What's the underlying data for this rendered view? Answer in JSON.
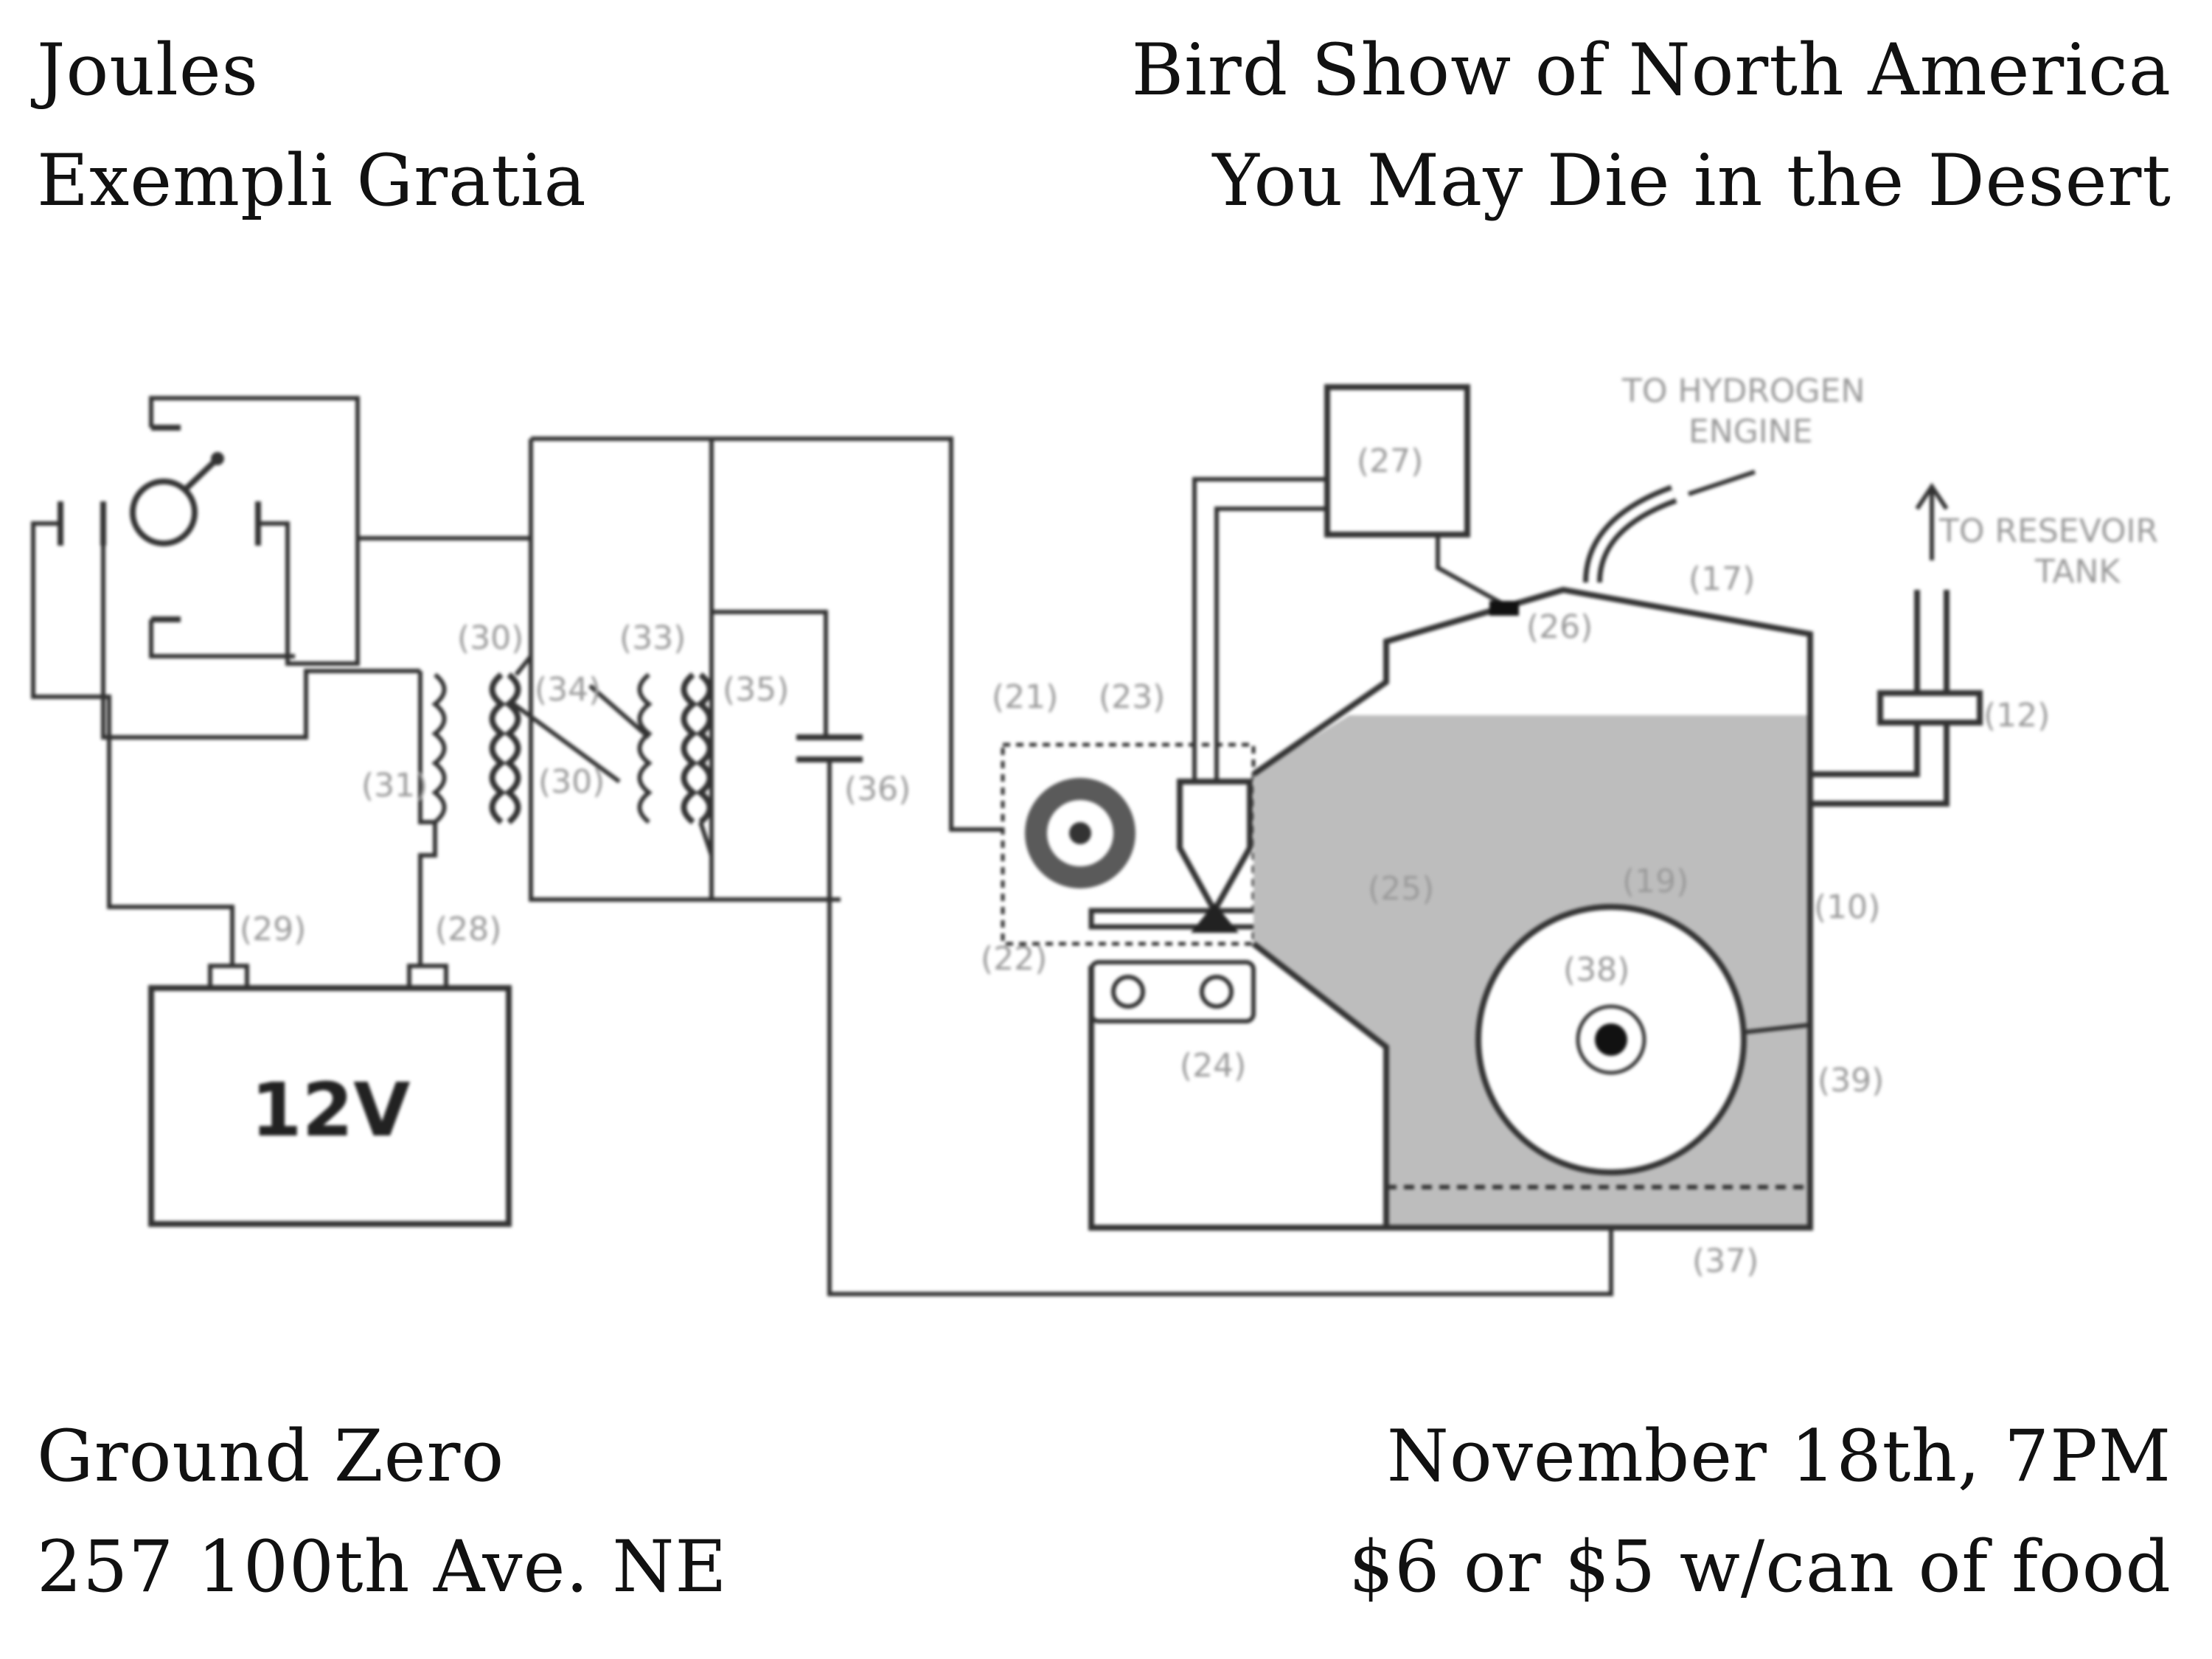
{
  "poster": {
    "top_left": [
      "Joules",
      "Exempli Gratia"
    ],
    "top_right": [
      "Bird Show of North America",
      "You May Die in the Desert"
    ],
    "bottom_left": [
      "Ground Zero",
      "257 100th Ave. NE"
    ],
    "bottom_right": [
      "November 18th, 7PM",
      "$6 or $5 w/can of food"
    ]
  },
  "diagram": {
    "battery_label": "12V",
    "annotations": {
      "to_hydrogen_engine": [
        "TO HYDROGEN",
        "ENGINE"
      ],
      "to_reservoir_tank": [
        "TO RESEVOIR",
        "TANK"
      ]
    },
    "part_numbers": {
      "p10": "(10)",
      "p12": "(12)",
      "p17": "(17)",
      "p19": "(19)",
      "p21": "(21)",
      "p22": "(22)",
      "p23": "(23)",
      "p24": "(24)",
      "p25": "(25)",
      "p26": "(26)",
      "p27": "(27)",
      "p28": "(28)",
      "p29": "(29)",
      "p30a": "(30)",
      "p30b": "(30)",
      "p31": "(31)",
      "p33": "(33)",
      "p34": "(34)",
      "p35": "(35)",
      "p36": "(36)",
      "p37": "(37)",
      "p38": "(38)",
      "p39": "(39)"
    },
    "colors": {
      "liquid": "#bdbdbd",
      "line": "#333333",
      "label": "#9a9a9a"
    }
  }
}
